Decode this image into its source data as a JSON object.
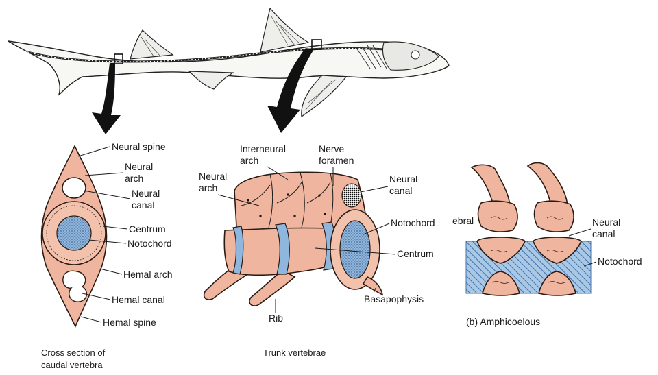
{
  "caudal": {
    "labels": {
      "neural_spine": "Neural spine",
      "neural_arch_1": "Neural",
      "neural_arch_2": "arch",
      "neural_canal_1": "Neural",
      "neural_canal_2": "canal",
      "centrum": "Centrum",
      "notochord": "Notochord",
      "hemal_arch": "Hemal arch",
      "hemal_canal": "Hemal canal",
      "hemal_spine": "Hemal spine"
    },
    "caption_line1": "Cross section of",
    "caption_line2": "caudal vertebra"
  },
  "trunk": {
    "labels": {
      "interneural_1": "Interneural",
      "interneural_2": "arch",
      "nerve_1": "Nerve",
      "nerve_2": "foramen",
      "neural_arch_1": "Neural",
      "neural_arch_2": "arch",
      "neural_canal_1": "Neural",
      "neural_canal_2": "canal",
      "notochord": "Notochord",
      "centrum": "Centrum",
      "basapophysis": "Basapophysis",
      "rib": "Rib"
    },
    "caption": "Trunk vertebrae"
  },
  "amphicoelous": {
    "labels": {
      "vertebral_partial": "ebral",
      "neural_canal_1": "Neural",
      "neural_canal_2": "canal",
      "notochord": "Notochord"
    },
    "caption": "(b) Amphicoelous"
  },
  "colors": {
    "bone": "#f0b59e",
    "cartilage_blue": "#8fb6dc",
    "notochord_hatch": "#5d8fc4",
    "line": "#1a1a1a"
  }
}
